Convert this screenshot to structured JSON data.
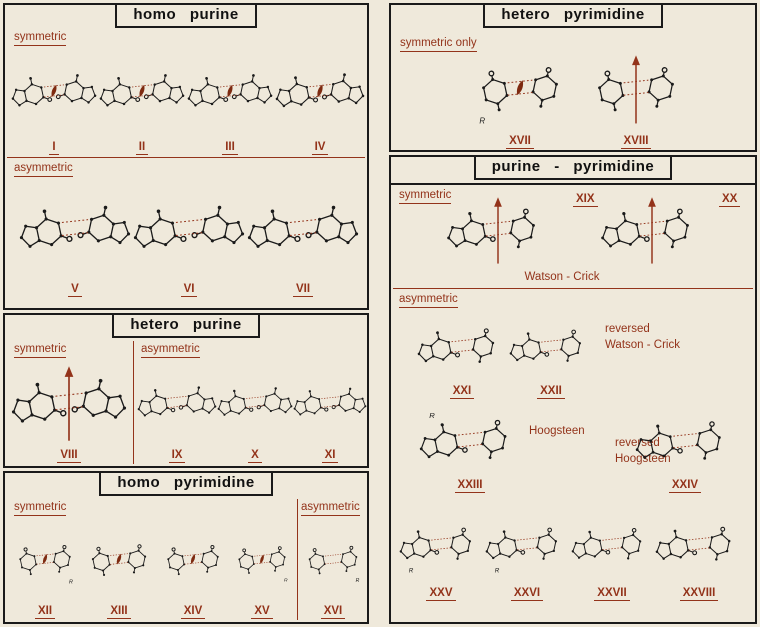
{
  "colors": {
    "accent": "#93331a",
    "ink": "#1a1a1a",
    "symbol_fill": "#7e2a10",
    "paper": "#efe9db"
  },
  "labels": {
    "r": "R"
  },
  "panels": {
    "homo_purine": {
      "title": "homo purine",
      "symmetric_label": "symmetric",
      "asymmetric_label": "asymmetric",
      "symmetric_structures": [
        {
          "numeral": "I"
        },
        {
          "numeral": "II"
        },
        {
          "numeral": "III"
        },
        {
          "numeral": "IV"
        }
      ],
      "asymmetric_structures": [
        {
          "numeral": "V"
        },
        {
          "numeral": "VI"
        },
        {
          "numeral": "VII"
        }
      ]
    },
    "hetero_purine": {
      "title": "hetero purine",
      "symmetric_label": "symmetric",
      "asymmetric_label": "asymmetric",
      "symmetric_structures": [
        {
          "numeral": "VIII"
        }
      ],
      "asymmetric_structures": [
        {
          "numeral": "IX"
        },
        {
          "numeral": "X"
        },
        {
          "numeral": "XI"
        }
      ]
    },
    "homo_pyrimidine": {
      "title": "homo pyrimidine",
      "symmetric_label": "symmetric",
      "asymmetric_label": "asymmetric",
      "symmetric_structures": [
        {
          "numeral": "XII"
        },
        {
          "numeral": "XIII"
        },
        {
          "numeral": "XIV"
        },
        {
          "numeral": "XV"
        }
      ],
      "asymmetric_structures": [
        {
          "numeral": "XVI"
        }
      ]
    },
    "hetero_pyrimidine": {
      "title": "hetero pyrimidine",
      "symmetric_only_label": "symmetric only",
      "structures": [
        {
          "numeral": "XVII"
        },
        {
          "numeral": "XVIII"
        }
      ]
    },
    "purine_pyrimidine": {
      "title": "purine - pyrimidine",
      "symmetric_label": "symmetric",
      "asymmetric_label": "asymmetric",
      "captions": {
        "watson_crick": "Watson - Crick",
        "reversed_wc_line1": "reversed",
        "reversed_wc_line2": "Watson - Crick",
        "hoogsteen": "Hoogsteen",
        "reversed_hoogsteen_line1": "reversed",
        "reversed_hoogsteen_line2": "Hoogsteen"
      },
      "symmetric_structures": [
        {
          "numeral": "XIX"
        },
        {
          "numeral": "XX"
        }
      ],
      "asymmetric_structures": [
        {
          "numeral": "XXI"
        },
        {
          "numeral": "XXII"
        },
        {
          "numeral": "XXIII"
        },
        {
          "numeral": "XXIV"
        },
        {
          "numeral": "XXV"
        },
        {
          "numeral": "XXVI"
        },
        {
          "numeral": "XXVII"
        },
        {
          "numeral": "XXVIII"
        }
      ]
    }
  }
}
